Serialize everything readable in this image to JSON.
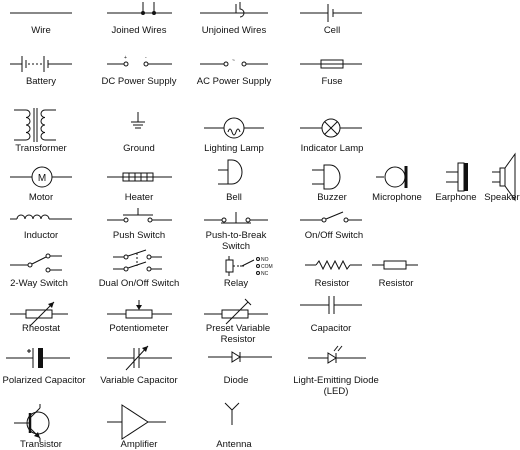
{
  "symbols": {
    "wire": "Wire",
    "joined_wires": "Joined Wires",
    "unjoined_wires": "Unjoined Wires",
    "cell": "Cell",
    "battery": "Battery",
    "dc_power_supply": "DC Power Supply",
    "ac_power_supply": "AC Power Supply",
    "fuse": "Fuse",
    "transformer": "Transformer",
    "ground": "Ground",
    "lighting_lamp": "Lighting Lamp",
    "indicator_lamp": "Indicator Lamp",
    "motor": "Motor",
    "heater": "Heater",
    "bell": "Bell",
    "buzzer": "Buzzer",
    "microphone": "Microphone",
    "earphone": "Earphone",
    "speaker": "Speaker",
    "inductor": "Inductor",
    "push_switch": "Push Switch",
    "push_to_break_switch": "Push-to-Break Switch",
    "on_off_switch": "On/Off Switch",
    "two_way_switch": "2-Way Switch",
    "dual_on_off_switch": "Dual On/Off Switch",
    "relay": "Relay",
    "resistor_zigzag": "Resistor",
    "resistor_box": "Resistor",
    "rheostat": "Rheostat",
    "potentiometer": "Potentiometer",
    "preset_variable_resistor": "Preset Variable Resistor",
    "capacitor": "Capacitor",
    "polarized_capacitor": "Polarized Capacitor",
    "variable_capacitor": "Variable Capacitor",
    "diode": "Diode",
    "led": "Light-Emitting Diode (LED)",
    "transistor": "Transistor",
    "amplifier": "Amplifier",
    "antenna": "Antenna"
  },
  "glyphs": {
    "motor_letter": "M",
    "relay_no": "NO",
    "relay_com": "COM",
    "relay_nc": "NC",
    "supply_plus": "+",
    "supply_minus": "-",
    "ac_tilde": "~"
  }
}
